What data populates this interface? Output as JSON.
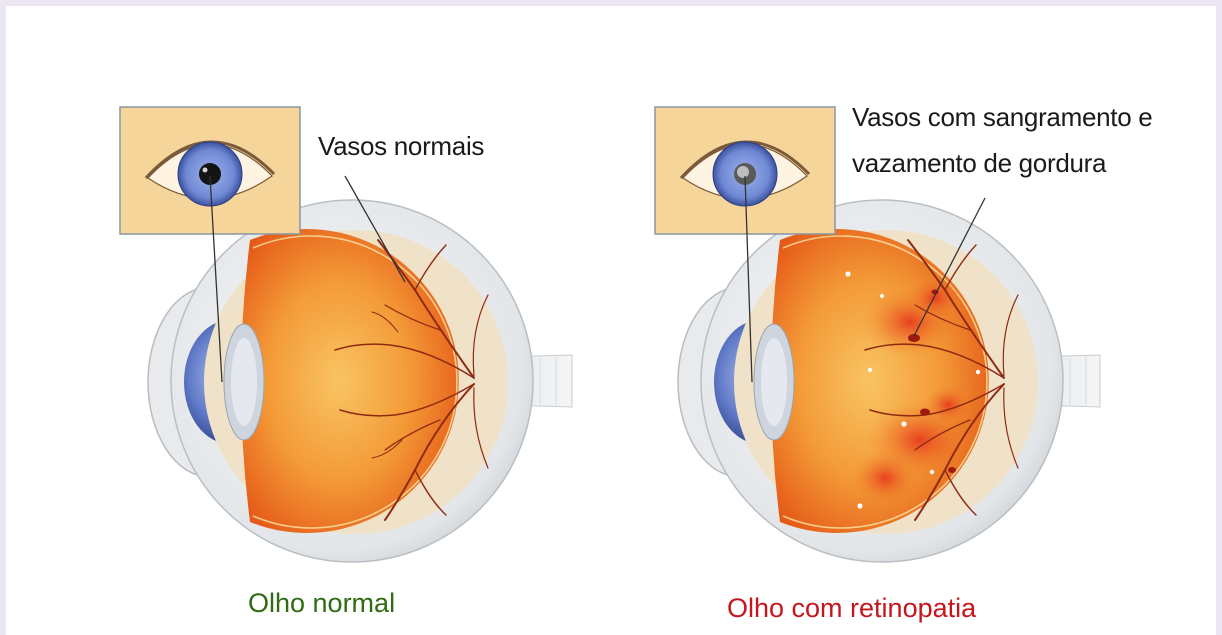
{
  "colors": {
    "background": "#ebe6f1",
    "panel": "#ffffff",
    "normal_caption": "#2e6b12",
    "retinopathy_caption": "#c4161c",
    "sclera_shadow": "#c8ccd0",
    "retina_inner": "#f7b04a",
    "retina_outer": "#e8541a",
    "vessel": "#8f2a12",
    "hemorrhage": "#e62e1a",
    "inset_skin": "#f6d59a",
    "iris": "#5d78c6"
  },
  "normal_eye": {
    "callout": "Vasos normais",
    "caption": "Olho normal",
    "inset_icon": "eye-front-view-icon"
  },
  "retinopathy_eye": {
    "callout_line1": "Vasos com sangramento e",
    "callout_line2": "vazamento de gordura",
    "caption": "Olho com retinopatia",
    "inset_icon": "eye-front-view-cataract-icon"
  }
}
